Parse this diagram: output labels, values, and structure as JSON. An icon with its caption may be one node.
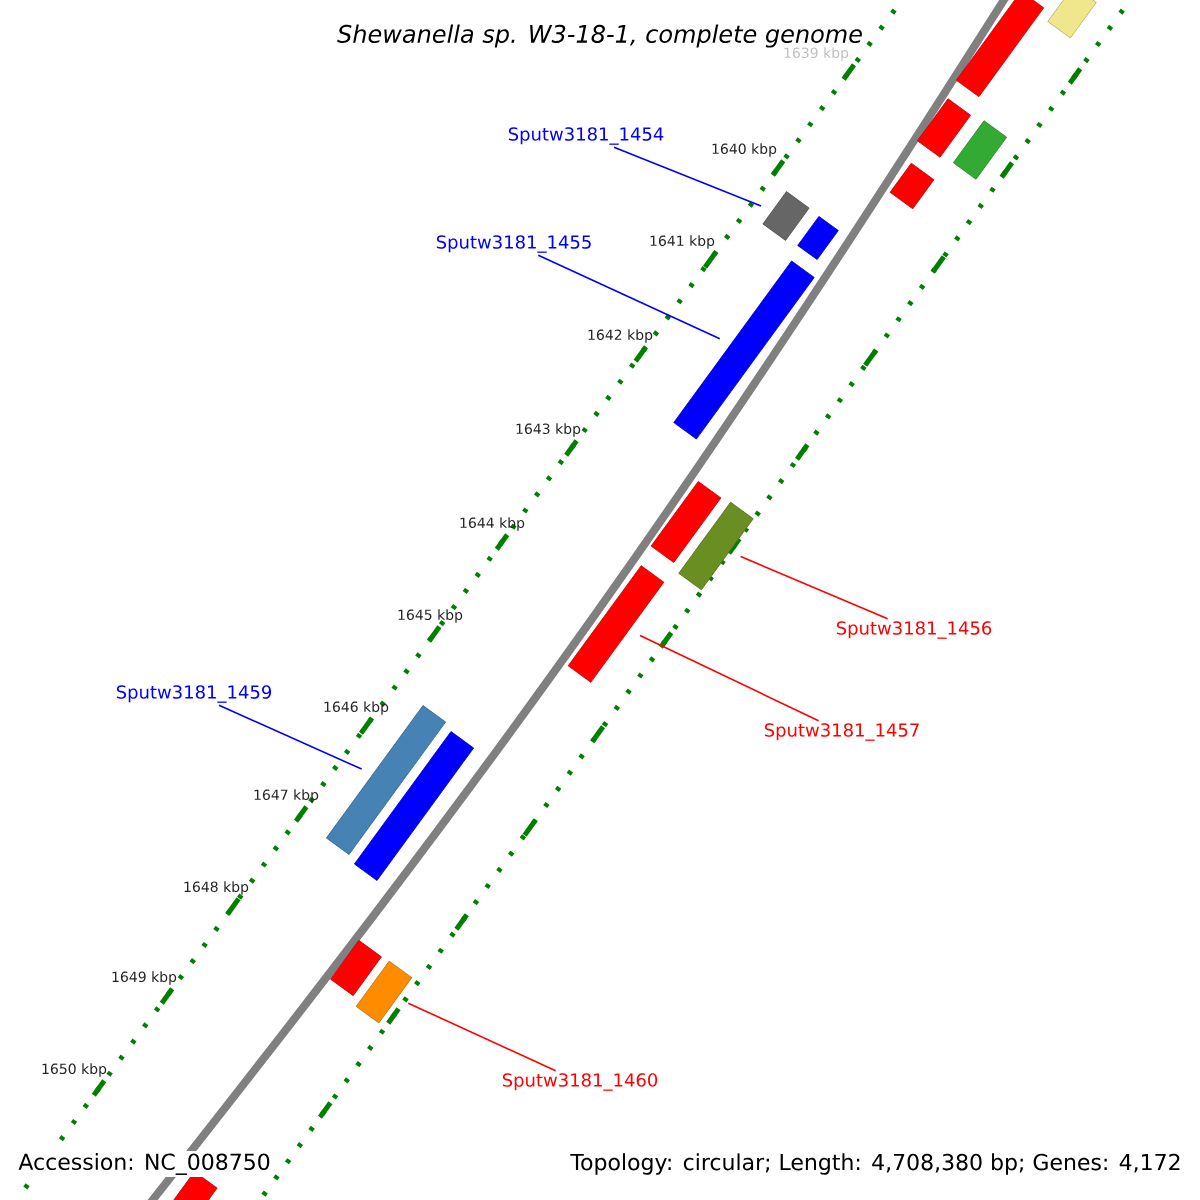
{
  "diagram": {
    "title": "Shewanella sp. W3-18-1, complete genome",
    "nodes": [
      {
        "text": [
          "Sputw3181_1454"
        ]
      },
      {
        "text": [
          "Sputw3181_1455"
        ]
      },
      {
        "text": [
          "Sputw3181_1456"
        ]
      },
      {
        "text": [
          "Sputw3181_1457"
        ]
      },
      {
        "text": [
          "Sputw3181_1459"
        ]
      },
      {
        "text": [
          "Sputw3181_1460"
        ]
      },
      {
        "text": [],
        "shape": "box"
      },
      {
        "text": [],
        "shape": "box"
      },
      {
        "text": [],
        "shape": "box"
      },
      {
        "text": [],
        "shape": "box"
      },
      {
        "text": [],
        "shape": "box"
      },
      {
        "text": [],
        "shape": "box"
      },
      {
        "text": [],
        "shape": "box"
      },
      {
        "text": [],
        "shape": "box"
      },
      {
        "text": [],
        "shape": "box"
      },
      {
        "text": [],
        "shape": "box"
      },
      {
        "text": [],
        "shape": "box"
      },
      {
        "text": [],
        "shape": "box"
      },
      {
        "text": [],
        "shape": "box"
      },
      {
        "text": [],
        "shape": "box"
      },
      {
        "text": [],
        "shape": "box"
      },
      {
        "text": [],
        "shape": "box"
      }
    ],
    "edges": [
      {
        "from": 0,
        "to": 11,
        "arrow": "none",
        "color": "#0000ff"
      },
      {
        "from": 1,
        "to": 13,
        "arrow": "none",
        "color": "#0000ff"
      },
      {
        "from": 2,
        "to": 15,
        "arrow": "none",
        "color": "#ff0000"
      },
      {
        "from": 3,
        "to": 16,
        "arrow": "none",
        "color": "#ff0000"
      },
      {
        "from": 4,
        "to": 17,
        "arrow": "none",
        "color": "#0000ff"
      },
      {
        "from": 5,
        "to": 20,
        "arrow": "none",
        "color": "#ff0000"
      }
    ],
    "labels": [
      "1639 kbp",
      "1640 kbp",
      "1641 kbp",
      "1642 kbp",
      "1643 kbp",
      "1644 kbp",
      "1645 kbp",
      "1646 kbp",
      "1647 kbp",
      "1648 kbp",
      "1649 kbp",
      "1650 kbp",
      "Accession: NC_008750",
      "Topology: circular; Length: 4,708,380 bp; Genes: 4,172"
    ]
  }
}
